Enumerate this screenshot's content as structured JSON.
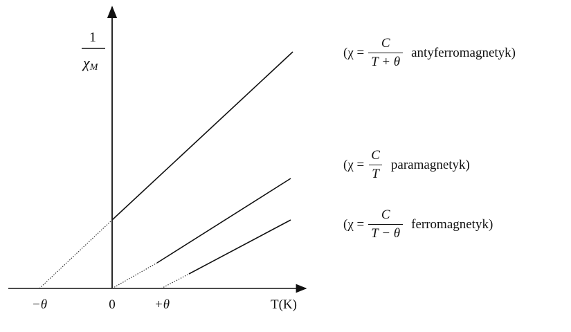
{
  "axes": {
    "y_label_numerator": "1",
    "y_label_denominator": "χ",
    "y_label_subscript": "M",
    "x_label": "T(K)",
    "x_ticks": [
      "−θ",
      "0",
      "+θ"
    ]
  },
  "curves": [
    {
      "name": "antyferromagnetyk",
      "lhs": "(χ =",
      "numerator": "C",
      "denominator": "T + θ",
      "label": "antyferromagnetyk)"
    },
    {
      "name": "paramagnetyk",
      "lhs": "(χ =",
      "numerator": "C",
      "denominator": "T",
      "label": "paramagnetyk)"
    },
    {
      "name": "ferromagnetyk",
      "lhs": "(χ =",
      "numerator": "C",
      "denominator": "T − θ",
      "label": "ferromagnetyk)"
    }
  ]
}
